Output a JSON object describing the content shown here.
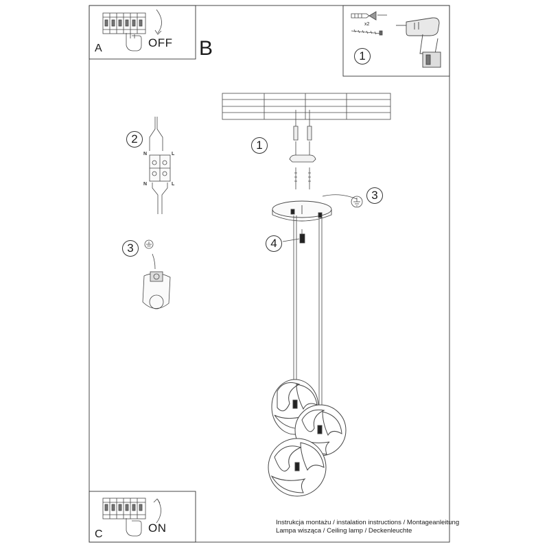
{
  "panels": {
    "a": {
      "letter": "A",
      "state": "OFF"
    },
    "b": {
      "letter": "B"
    },
    "c": {
      "letter": "C",
      "state": "ON"
    }
  },
  "tools": {
    "quantity": "x2",
    "step": "1"
  },
  "steps": {
    "anchor": "1",
    "wiring": "2",
    "ground_detail": "3",
    "ground_main": "3",
    "screw": "4"
  },
  "terminal_labels": {
    "top_left": "N",
    "top_right": "L",
    "bottom_left": "N",
    "bottom_right": "L"
  },
  "footer": {
    "line1": "Instrukcja montażu / instalation instructions / Montageanleitung",
    "line2": "Lampa wisząca / Ceiling lamp / Deckenleuchte"
  }
}
